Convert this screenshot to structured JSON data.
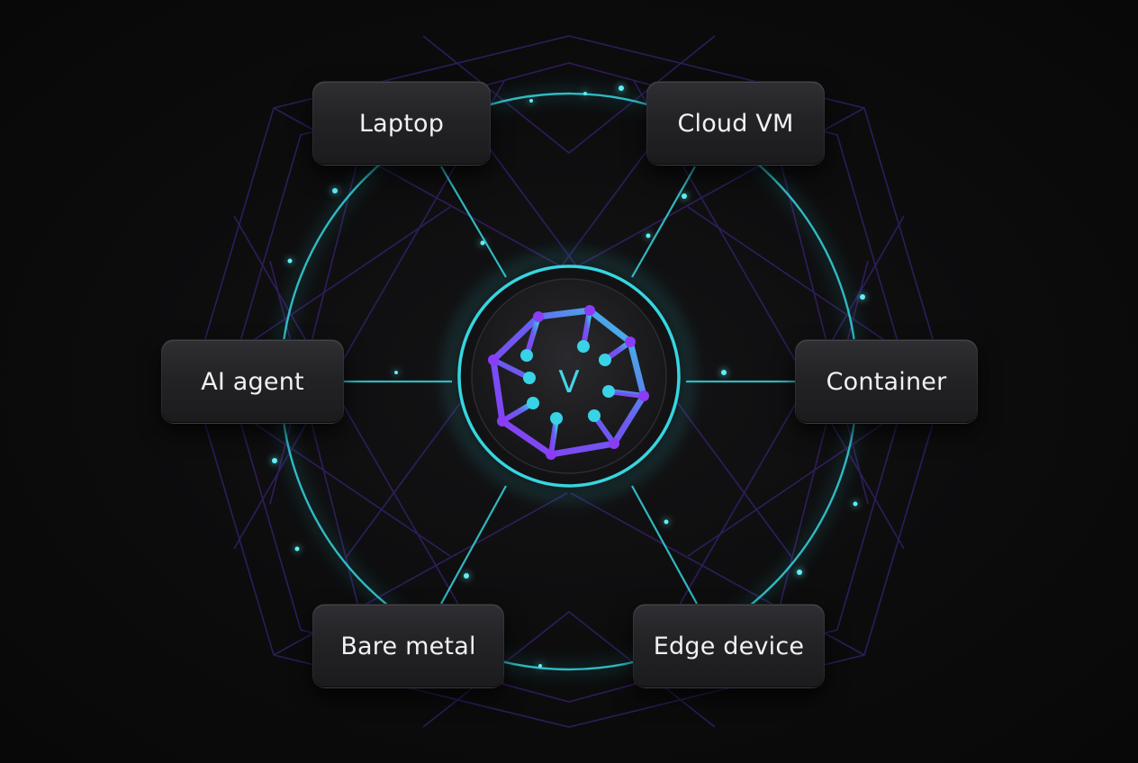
{
  "nodes": {
    "laptop": "Laptop",
    "cloud_vm": "Cloud VM",
    "ai_agent": "AI agent",
    "container": "Container",
    "bare_metal": "Bare metal",
    "edge_device": "Edge device"
  },
  "hub": {
    "logo_letter": "V"
  },
  "colors": {
    "accent_cyan": "#36d6e0",
    "accent_purple": "#7a3cf0",
    "node_text": "#f1f1f2",
    "background": "#0b0b0c"
  }
}
